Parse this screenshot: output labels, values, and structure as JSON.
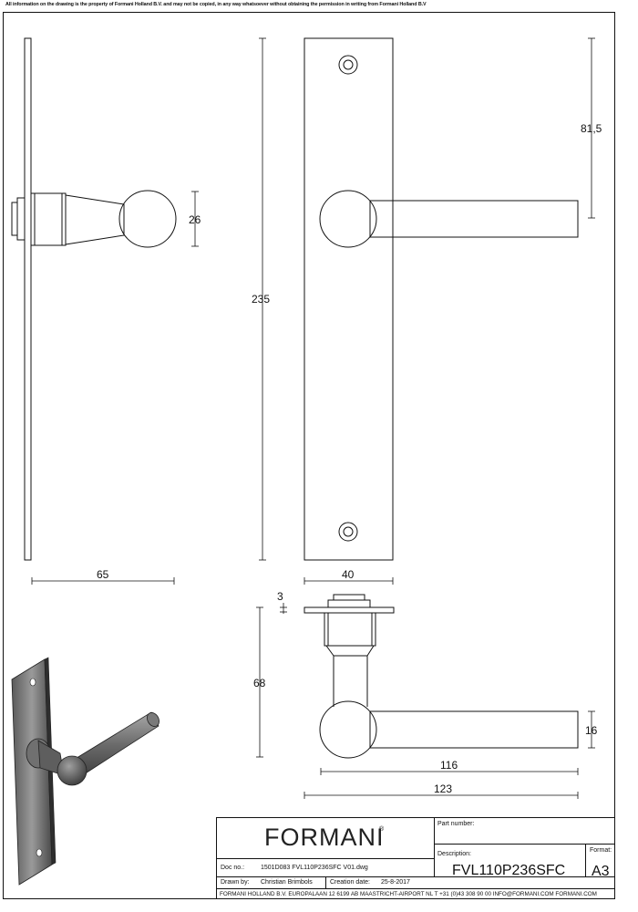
{
  "disclaimer": "All information on the drawing is the property of Formani Holland B.V. and may not be copied, in any way whatsoever without obtaining the permission in writing from Formani Holland B.V",
  "dimensions": {
    "knob_diameter": "26",
    "plate_length": "235",
    "rose_offset": "81,5",
    "side_depth": "65",
    "plate_width": "40",
    "rose_thickness": "3",
    "projection": "68",
    "lever_bar_thickness": "16",
    "lever_length": "116",
    "overall_length": "123"
  },
  "title_block": {
    "brand": "FORMANI",
    "registered_mark": "®",
    "part_number_label": "Part number:",
    "description_label": "Description:",
    "part_code": "FVL110P236SFC",
    "format_label": "Format:",
    "format_value": "A3",
    "doc_no_label": "Doc no.:",
    "doc_no_value": "1501D083 FVL110P236SFC V01.dwg",
    "drawn_by_label": "Drawn by:",
    "drawn_by_value": "Christian Brimbols",
    "creation_date_label": "Creation date:",
    "creation_date_value": "25-8-2017",
    "footer": "FORMANI HOLLAND B.V.  EUROPALAAN 12  6199 AB MAASTRICHT-AIRPORT NL  T +31 (0)43 308 90 00 INFO@FORMANI.COM FORMANI.COM"
  }
}
